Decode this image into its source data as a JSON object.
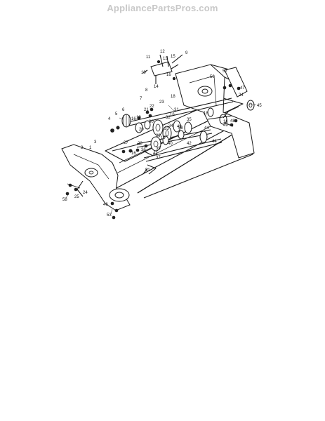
{
  "header": {
    "site": "AppliancePartsPros.com"
  },
  "diagram": {
    "callouts": [
      "1",
      "2",
      "3",
      "4",
      "5",
      "6",
      "7",
      "8",
      "9",
      "10",
      "11",
      "12",
      "13",
      "14",
      "15",
      "16",
      "16",
      "16",
      "16",
      "16",
      "18",
      "18",
      "19",
      "19",
      "20",
      "21",
      "22",
      "23",
      "24",
      "24",
      "25",
      "27",
      "28",
      "29",
      "30",
      "31",
      "32",
      "33",
      "34",
      "35",
      "36",
      "37",
      "38",
      "39",
      "40",
      "41",
      "42",
      "43",
      "44",
      "44",
      "45",
      "46",
      "47",
      "48",
      "49",
      "50",
      "51",
      "52",
      "53",
      "58"
    ]
  }
}
